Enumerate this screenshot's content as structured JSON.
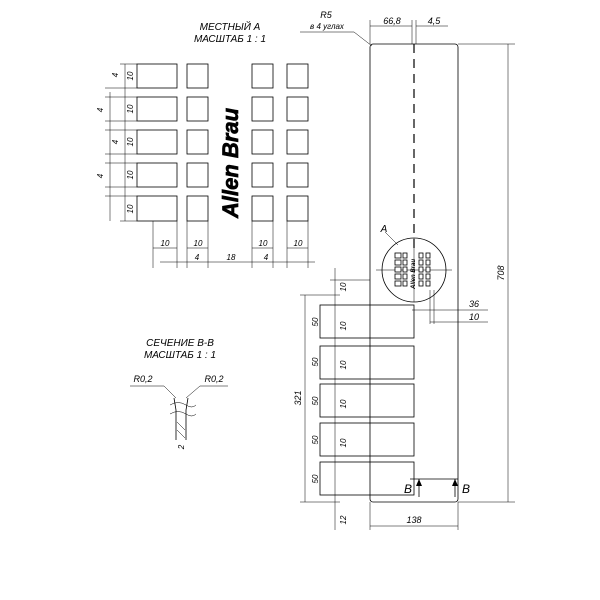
{
  "detail_a": {
    "title_line1": "МЕСТНЫЙ А",
    "title_line2": "МАСШТАБ 1 : 1",
    "dims": {
      "row_gap": "4",
      "cell": "10",
      "bottom_gap_left": "4",
      "bottom_gap_mid": "18",
      "bottom_gap_right": "4"
    }
  },
  "logo_text": "Allen Brau",
  "section_bb": {
    "title_line1": "СЕЧЕНИЕ В-В",
    "title_line2": "МАСШТАБ 1 : 1",
    "radius_left": "R0,2",
    "radius_right": "R0,2",
    "thickness": "2"
  },
  "main_view": {
    "corner_radius": "R5",
    "corner_note": "в 4 углах",
    "top_offset": "66,8",
    "slot_width_top": "4,5",
    "overall_height": "708",
    "overall_width": "138",
    "grid_offset": "36",
    "grid_cell": "10",
    "pocket_total": "321",
    "pocket_height": "50",
    "pocket_gap": "10",
    "bottom_margin": "12",
    "callout_label": "A",
    "section_label_left": "B",
    "section_label_right": "B"
  }
}
